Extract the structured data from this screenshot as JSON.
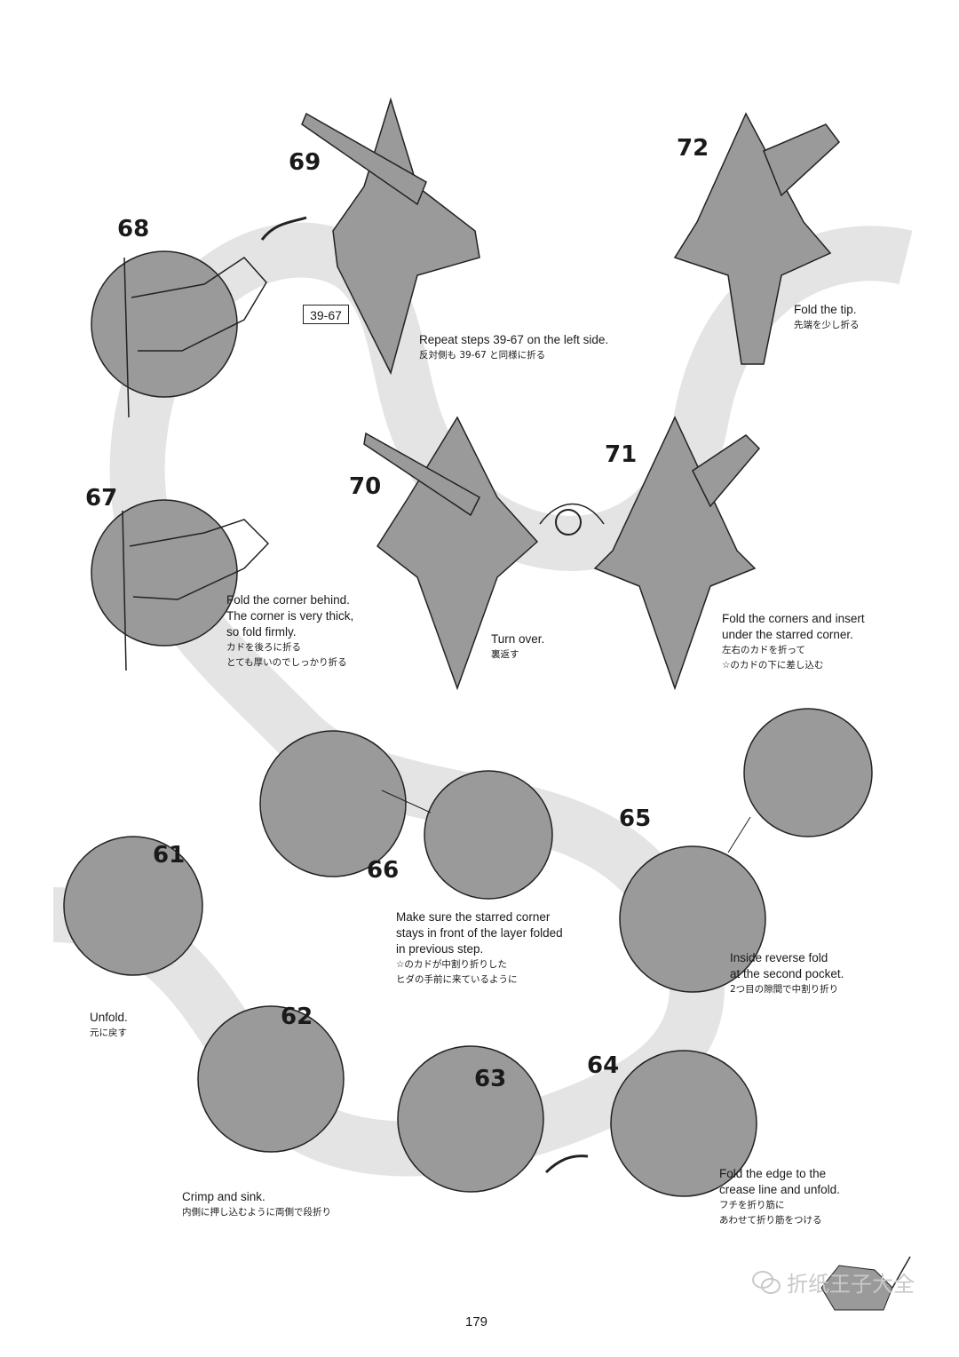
{
  "page": {
    "number": "179"
  },
  "reference_box": "39-67",
  "steps": [
    {
      "num": "61",
      "caption_en": [
        "Unfold."
      ],
      "caption_jp": [
        "元に戻す"
      ]
    },
    {
      "num": "62",
      "caption_en": [
        "Crimp and sink."
      ],
      "caption_jp": [
        "内側に押し込むように両側で段折り"
      ]
    },
    {
      "num": "63",
      "caption_en": [],
      "caption_jp": []
    },
    {
      "num": "64",
      "caption_en": [
        "Fold the edge to the",
        "crease line and unfold."
      ],
      "caption_jp": [
        "フチを折り筋に",
        "あわせて折り筋をつける"
      ]
    },
    {
      "num": "65",
      "caption_en": [
        "Inside reverse fold",
        "at the second pocket."
      ],
      "caption_jp": [
        "2つ目の隙間で中割り折り"
      ]
    },
    {
      "num": "66",
      "caption_en": [
        "Make sure the starred corner",
        "stays in front of the layer folded",
        "in previous step."
      ],
      "caption_jp": [
        "☆のカドが中割り折りした",
        "ヒダの手前に来ているように"
      ]
    },
    {
      "num": "67",
      "caption_en": [
        "Fold the corner behind.",
        "The corner is very thick,",
        "so fold firmly."
      ],
      "caption_jp": [
        "カドを後ろに折る",
        "とても厚いのでしっかり折る"
      ]
    },
    {
      "num": "68",
      "caption_en": [],
      "caption_jp": []
    },
    {
      "num": "69",
      "caption_en": [
        "Repeat steps 39-67 on the left side."
      ],
      "caption_jp": [
        "反対側も 39-67 と同様に折る"
      ]
    },
    {
      "num": "70",
      "caption_en": [
        "Turn over."
      ],
      "caption_jp": [
        "裏返す"
      ]
    },
    {
      "num": "71",
      "caption_en": [
        "Fold the corners and insert",
        "under the starred corner."
      ],
      "caption_jp": [
        "左右のカドを折って",
        "☆のカドの下に差し込む"
      ]
    },
    {
      "num": "72",
      "caption_en": [
        "Fold the tip."
      ],
      "caption_jp": [
        "先端を少し折る"
      ]
    }
  ],
  "watermark": {
    "text": "折纸王子大全",
    "icon": "wechat-icon"
  },
  "colors": {
    "paper": "#9a9a9a",
    "path": "#e4e4e4",
    "ink": "#1a1a1a"
  }
}
